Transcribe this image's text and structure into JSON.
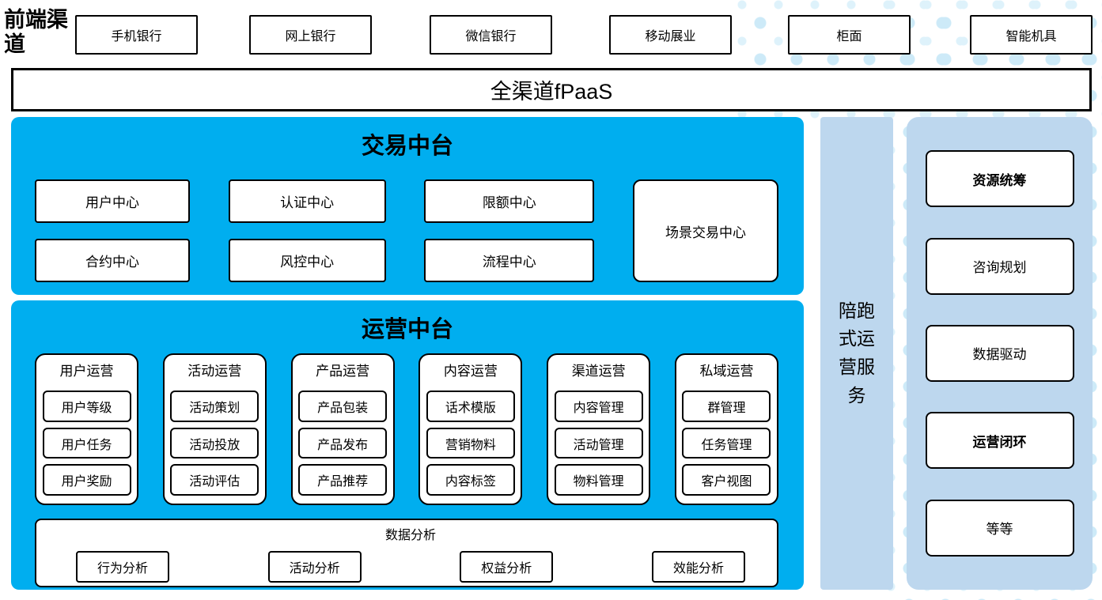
{
  "colors": {
    "primary_blue": "#00AEEF",
    "light_blue_panel": "#BDD7EE",
    "dot_pattern_blue": "#CDEAF8",
    "border_black": "#000000",
    "box_white": "#FFFFFF"
  },
  "front_channels": {
    "label": "前端渠道",
    "items": [
      "手机银行",
      "网上银行",
      "微信银行",
      "移动展业",
      "柜面",
      "智能机具"
    ]
  },
  "fpaas": {
    "label": "全渠道fPaaS"
  },
  "trade_platform": {
    "title": "交易中台",
    "centers": [
      "用户中心",
      "认证中心",
      "限额中心",
      "合约中心",
      "风控中心",
      "流程中心"
    ],
    "scene_center": "场景交易中心"
  },
  "operation_platform": {
    "title": "运营中台",
    "groups": [
      {
        "title": "用户运营",
        "items": [
          "用户等级",
          "用户任务",
          "用户奖励"
        ]
      },
      {
        "title": "活动运营",
        "items": [
          "活动策划",
          "活动投放",
          "活动评估"
        ]
      },
      {
        "title": "产品运营",
        "items": [
          "产品包装",
          "产品发布",
          "产品推荐"
        ]
      },
      {
        "title": "内容运营",
        "items": [
          "话术模版",
          "营销物料",
          "内容标签"
        ]
      },
      {
        "title": "渠道运营",
        "items": [
          "内容管理",
          "活动管理",
          "物料管理"
        ]
      },
      {
        "title": "私域运营",
        "items": [
          "群管理",
          "任务管理",
          "客户视图"
        ]
      }
    ],
    "data_analysis": {
      "title": "数据分析",
      "items": [
        "行为分析",
        "活动分析",
        "权益分析",
        "效能分析"
      ]
    }
  },
  "side_band": {
    "label": "陪跑式运营服务"
  },
  "right_panel": {
    "items": [
      {
        "label": "资源统筹",
        "bold": true
      },
      {
        "label": "咨询规划",
        "bold": false
      },
      {
        "label": "数据驱动",
        "bold": false
      },
      {
        "label": "运营闭环",
        "bold": true
      },
      {
        "label": "等等",
        "bold": false
      }
    ]
  }
}
